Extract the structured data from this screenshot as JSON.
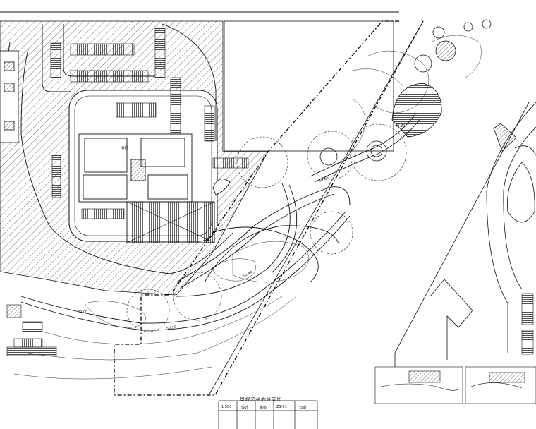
{
  "drawing": {
    "sheet_title": "景观总平面竖向图",
    "building_label": "会所",
    "contour_labels": [
      "50.40",
      "50.20",
      "49.80",
      "50.00",
      "49.60"
    ],
    "title_block_cells": [
      "1:500",
      "设计",
      "审核",
      "ZS-01",
      "日期"
    ]
  },
  "colors": {
    "background": "#ffffff",
    "line": "#111111",
    "hatch": "#444444",
    "boundary_dashed": "#000000"
  }
}
